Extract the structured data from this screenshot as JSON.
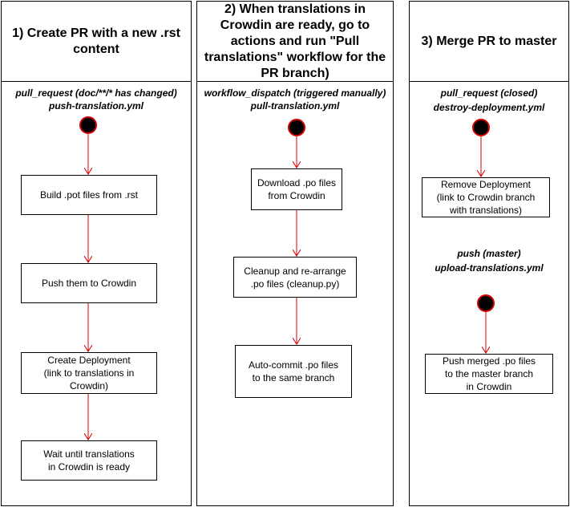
{
  "lanes": [
    {
      "title": "1) Create PR with a new .rst content",
      "triggers": [
        "pull_request (doc/**/* has changed)",
        "push-translation.yml"
      ],
      "steps": [
        "Build .pot files from .rst",
        "Push them to Crowdin",
        "Create Deployment\n(link to translations in Crowdin)",
        "Wait until translations\nin Crowdin is ready"
      ]
    },
    {
      "title": "2) When translations in Crowdin are ready, go to actions and run \"Pull translations\" workflow for the PR branch)",
      "triggers": [
        "workflow_dispatch (triggered manually)",
        "pull-translation.yml"
      ],
      "steps": [
        "Download .po files\nfrom Crowdin",
        "Cleanup and re-arrange\n.po files (cleanup.py)",
        "Auto-commit .po files\nto the same branch"
      ]
    },
    {
      "title": "3) Merge PR to master",
      "triggers": [
        "pull_request (closed)",
        "destroy-deployment.yml"
      ],
      "steps": [
        "Remove Deployment\n(link to Crowdin branch\nwith translations)"
      ],
      "triggers2": [
        "push (master)",
        "upload-translations.yml"
      ],
      "steps2": [
        "Push merged .po files\nto the master branch\nin Crowdin"
      ]
    }
  ],
  "colors": {
    "arrow": "#d50000",
    "node_fill": "#000000",
    "border": "#000000"
  }
}
